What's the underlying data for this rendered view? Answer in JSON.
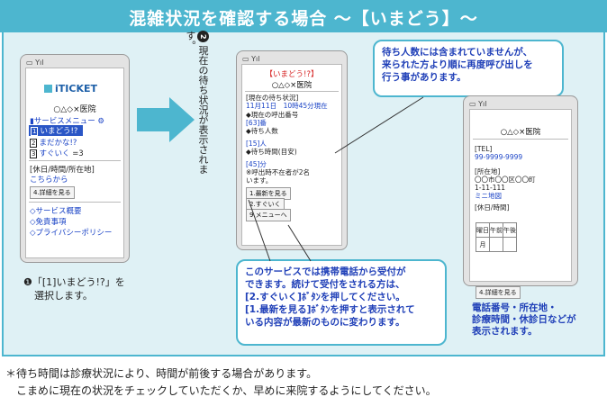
{
  "banner": {
    "title": "混雑状況を確認する場合 〜【いまどう】〜"
  },
  "phone1": {
    "logo": "iTICKET",
    "clinic": "○△◇×医院",
    "service_menu": "サービスメニュー",
    "menu": [
      {
        "key": "1",
        "label": "いまどう!?"
      },
      {
        "key": "2",
        "label": "まだかな!?"
      },
      {
        "key": "3",
        "label": "すぐいく"
      }
    ],
    "holiday_label": "[休日/時間/所在地]",
    "holiday_link": "こちらから",
    "detail_button": "4.詳細を見る",
    "links": [
      "◇サービス概要",
      "◇免責事項",
      "◇プライバシーポリシー"
    ]
  },
  "step1_caption": [
    "❶「[1]いまどう!?」を",
    "選択します。"
  ],
  "step2_caption": {
    "num": "2",
    "text": "現在の待ち状況が表示されます。"
  },
  "phone2": {
    "title": "【いまどう!?】",
    "clinic": "○△◇×医院",
    "status_label": "[現在の待ち状況]",
    "status_time": "11月11日　10時45分現在",
    "current_no_label": "◆現在の呼出番号",
    "current_no": "[63]番",
    "waiting_label": "◆待ち人数",
    "waiting": "[15]人",
    "wait_time_label": "◆待ち時間(目安)",
    "wait_time": "[45]分",
    "absent_line1": "※呼出時不在者が2名",
    "absent_line2": "います。",
    "buttons": [
      "1.最新を見る",
      "2.すぐいく",
      "9.メニューへ"
    ]
  },
  "callout_top": [
    "待ち人数には含まれていませんが、",
    "来られた方より順に再度呼び出しを",
    "行う事があります。"
  ],
  "callout_bottom": [
    "このサービスでは携帯電話から受付が",
    "できます。続けて受付をされる方は、",
    "[2.すぐいく]ﾎﾞﾀﾝを押してください。",
    "[1.最新を見る]ﾎﾞﾀﾝを押すと表示されて",
    "いる内容が最新のものに変わります。"
  ],
  "phone3": {
    "clinic": "○△◇×医院",
    "tel_label": "[TEL]",
    "tel": "99-9999-9999",
    "address_label": "[所在地]",
    "address1": "〇〇市〇〇区〇〇町",
    "address2": "1-11-111",
    "map_link": "ミニ地図",
    "hours_label": "[休日/時間]",
    "table": [
      [
        "曜日",
        "午前",
        "午後"
      ],
      [
        "月",
        "",
        ""
      ]
    ],
    "detail_button": "4.詳細を見る",
    "desc": [
      "電話番号・所在地・",
      "診療時間・休診日などが",
      "表示されます。"
    ]
  },
  "footnote": [
    "＊待ち時間は診療状況により、時間が前後する場合があります。",
    "　こまめに現在の状況をチェックしていただくか、早めに来院するようにしてください。"
  ],
  "colors": {
    "accent": "#4db6cf",
    "panel_bg": "#dff1f5",
    "callout_text": "#2040b8",
    "selected": "#2a56c6"
  }
}
